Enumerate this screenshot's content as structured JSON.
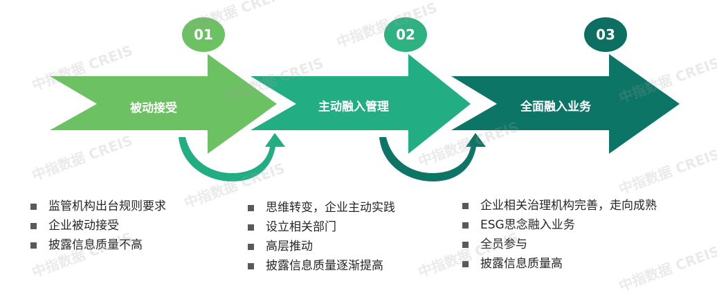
{
  "stages": [
    {
      "number": "01",
      "title": "被动接受",
      "color": "#6cc163",
      "badge_color": "#6cc163",
      "bullets": [
        "监管机构出台规则要求",
        "企业被动接受",
        "披露信息质量不高"
      ]
    },
    {
      "number": "02",
      "title": "主动融入管理",
      "color": "#22ad83",
      "badge_color": "#2fb282",
      "bullets": [
        "思维转变，企业主动实践",
        "设立相关部门",
        "高层推动",
        "披露信息质量逐渐提高"
      ]
    },
    {
      "number": "03",
      "title": "全面融入业务",
      "color": "#0d7566",
      "badge_color": "#0d6f62",
      "bullets": [
        "企业相关治理机构完善，走向成熟",
        "ESG思念融入业务",
        "全员参与",
        "披露信息质量高"
      ]
    }
  ],
  "watermark": "中指数据 CREIS"
}
